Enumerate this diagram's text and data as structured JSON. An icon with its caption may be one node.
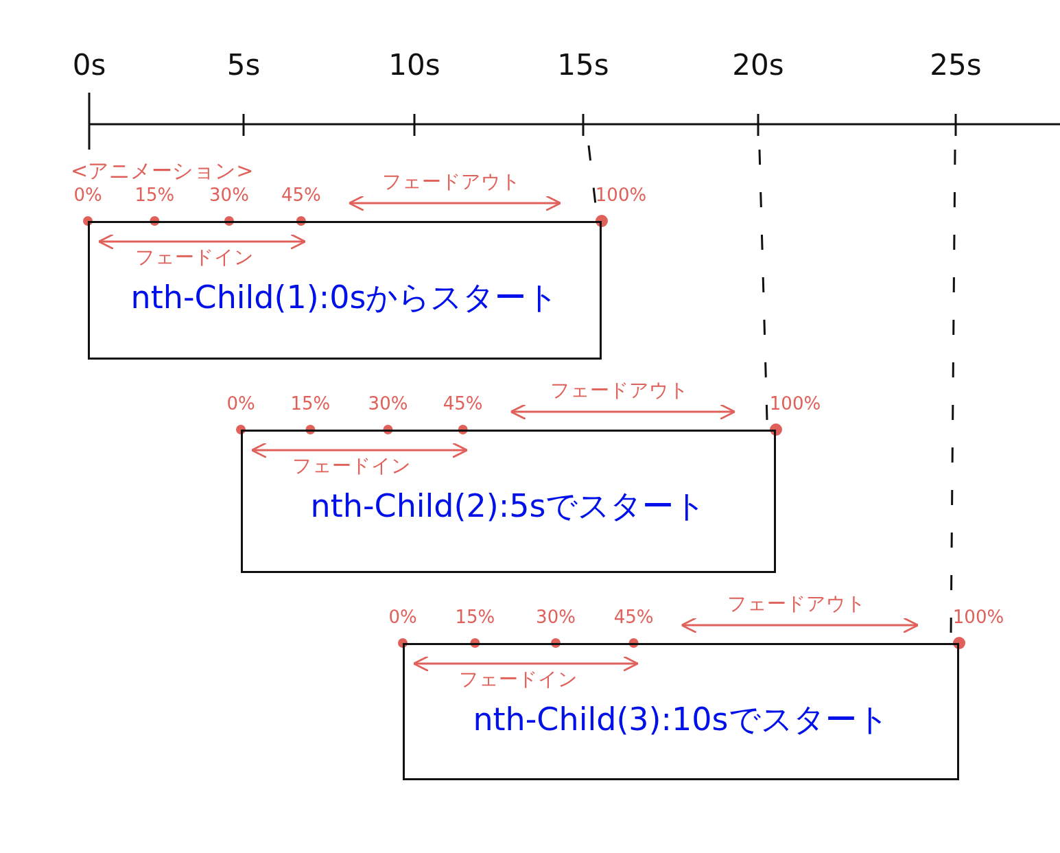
{
  "diagram": {
    "nodes": [
      {
        "text": [
          "nth-Child(1):0sからスタート"
        ]
      },
      {
        "text": [
          "nth-Child(2):5sでスタート"
        ]
      },
      {
        "text": [
          "nth-Child(3):10sでスタート"
        ]
      }
    ],
    "labels": [
      "0s",
      "5s",
      "10s",
      "15s",
      "20s",
      "25s",
      "<アニメーション>",
      "0%",
      "15%",
      "30%",
      "45%",
      "フェードアウト",
      "100%",
      "フェードイン",
      "0%",
      "15%",
      "30%",
      "45%",
      "フェードアウト",
      "100%",
      "フェードイン",
      "0%",
      "15%",
      "30%",
      "45%",
      "フェードアウト",
      "100%",
      "フェードイン"
    ]
  }
}
